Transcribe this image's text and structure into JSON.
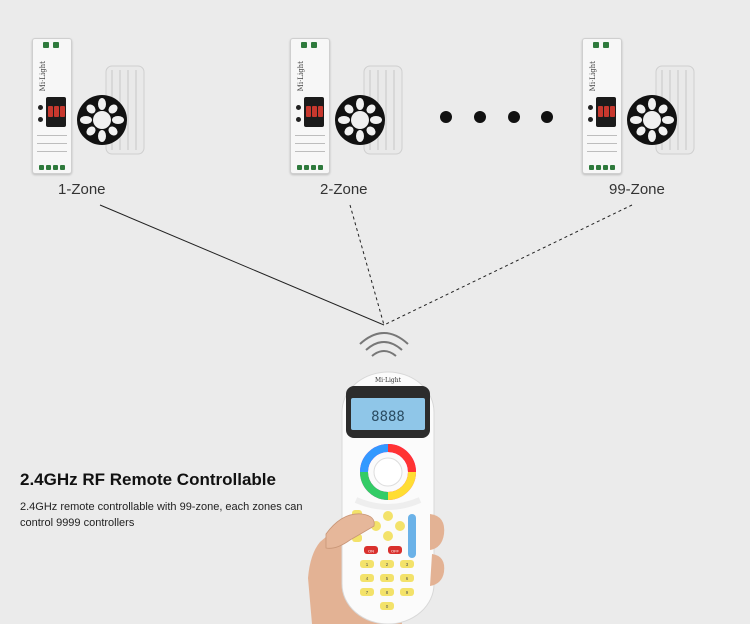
{
  "zones": [
    {
      "label": "1-Zone"
    },
    {
      "label": "2-Zone"
    },
    {
      "label": "99-Zone"
    }
  ],
  "controller": {
    "brand": "Mi·Light"
  },
  "remote": {
    "brand": "Mi·Light",
    "screen_text": "8888",
    "keys": [
      "1",
      "2",
      "3",
      "4",
      "5",
      "6",
      "7",
      "8",
      "9",
      "0",
      "ON",
      "OFF"
    ]
  },
  "headline": "2.4GHz RF Remote Controllable",
  "description": "2.4GHz remote controllable with 99-zone, each zones can control 9999 controllers",
  "colors": {
    "background": "#ebebeb",
    "led_red": "#c8382e",
    "key_yellow": "#f3e26a",
    "remote_screen": "#8fc6e8"
  }
}
